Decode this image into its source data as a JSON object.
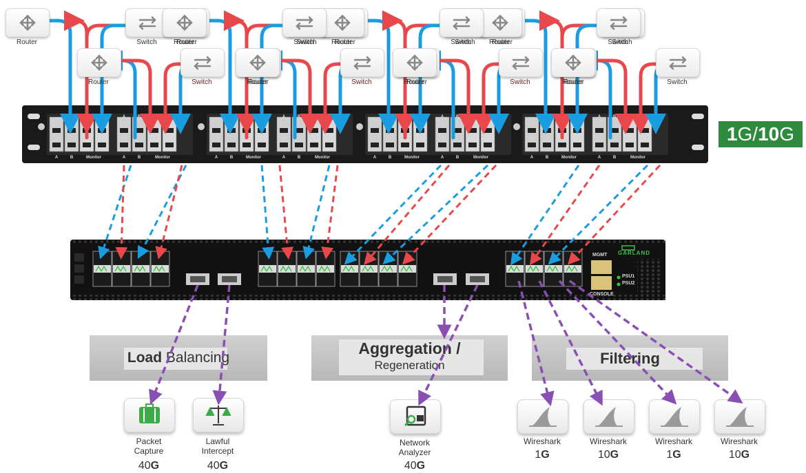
{
  "title": "",
  "colors": {
    "blue": "#1a9de0",
    "red": "#e8474c",
    "purple": "#8a4fb5",
    "green": "#2e8a3c"
  },
  "speed_badge": {
    "prefix_bold": "1",
    "prefix": "G/",
    "suffix_bold": "10",
    "suffix": "G"
  },
  "devices": {
    "router_label": "Router",
    "switch_label": "Switch"
  },
  "patch_panel": {
    "port_a": "A",
    "port_b": "B",
    "monitor": "Monitor"
  },
  "switch_unit": {
    "brand": "GARLAND",
    "mgmt": "MGMT",
    "console": "CONSOLE",
    "psu1": "PSU1",
    "psu2": "PSU2"
  },
  "functions": [
    {
      "bold": "Load",
      "normal": " Balancing"
    },
    {
      "line1": "Aggregation /",
      "line2": "Regeneration"
    },
    {
      "bold": "Filtering"
    }
  ],
  "tools": [
    {
      "name_l1": "Packet",
      "name_l2": "Capture",
      "speed": "40",
      "unit": "G",
      "icon": "briefcase-icon"
    },
    {
      "name_l1": "Lawful",
      "name_l2": "Intercept",
      "speed": "40",
      "unit": "G",
      "icon": "scales-icon"
    },
    {
      "name_l1": "Network",
      "name_l2": "Analyzer",
      "speed": "40",
      "unit": "G",
      "icon": "network-analyzer-icon"
    },
    {
      "name_l1": "Wireshark",
      "name_l2": "",
      "speed": "1",
      "unit": "G",
      "icon": "shark-fin-icon"
    },
    {
      "name_l1": "Wireshark",
      "name_l2": "",
      "speed": "10",
      "unit": "G",
      "icon": "shark-fin-icon"
    },
    {
      "name_l1": "Wireshark",
      "name_l2": "",
      "speed": "1",
      "unit": "G",
      "icon": "shark-fin-icon"
    },
    {
      "name_l1": "Wireshark",
      "name_l2": "",
      "speed": "10",
      "unit": "G",
      "icon": "shark-fin-icon"
    }
  ]
}
